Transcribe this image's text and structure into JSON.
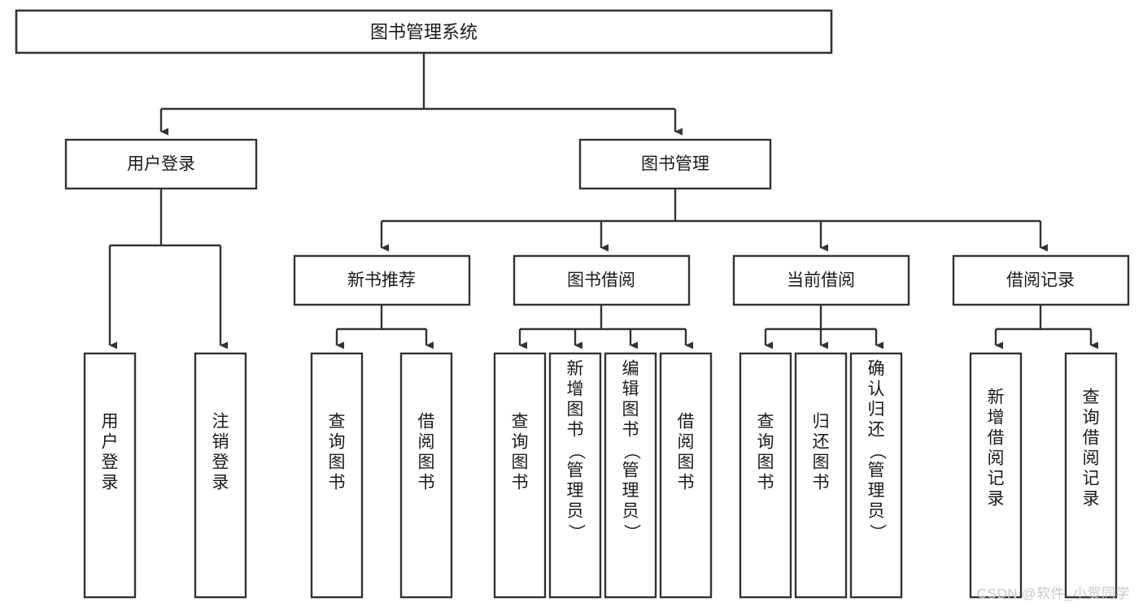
{
  "diagram": {
    "type": "tree",
    "title": "图书管理系统",
    "orientation": "top-down",
    "colors": {
      "background": "#ffffff",
      "box_stroke": "#333333",
      "box_fill": "#ffffff",
      "text": "#1a1a1a",
      "watermark": "#c9c9c9"
    },
    "root": {
      "label": "图书管理系统"
    },
    "level1": [
      {
        "label": "用户登录"
      },
      {
        "label": "图书管理"
      }
    ],
    "level2": [
      {
        "label": "新书推荐"
      },
      {
        "label": "图书借阅"
      },
      {
        "label": "当前借阅"
      },
      {
        "label": "借阅记录"
      }
    ],
    "leaves": {
      "user_login": [
        {
          "label": "用户登录"
        },
        {
          "label": "注销登录"
        }
      ],
      "new_book_recommend": [
        {
          "label": "查询图书"
        },
        {
          "label": "借阅图书"
        }
      ],
      "book_borrow": [
        {
          "label": "查询图书"
        },
        {
          "label": "新增图书（管理员）"
        },
        {
          "label": "编辑图书（管理员）"
        },
        {
          "label": "借阅图书"
        }
      ],
      "current_borrow": [
        {
          "label": "查询图书"
        },
        {
          "label": "归还图书"
        },
        {
          "label": "确认归还（管理员）"
        }
      ],
      "borrow_record": [
        {
          "label": "新增借阅记录"
        },
        {
          "label": "查询借阅记录"
        }
      ]
    }
  },
  "watermark": {
    "text": "CSDN @软件_小贺同学"
  }
}
